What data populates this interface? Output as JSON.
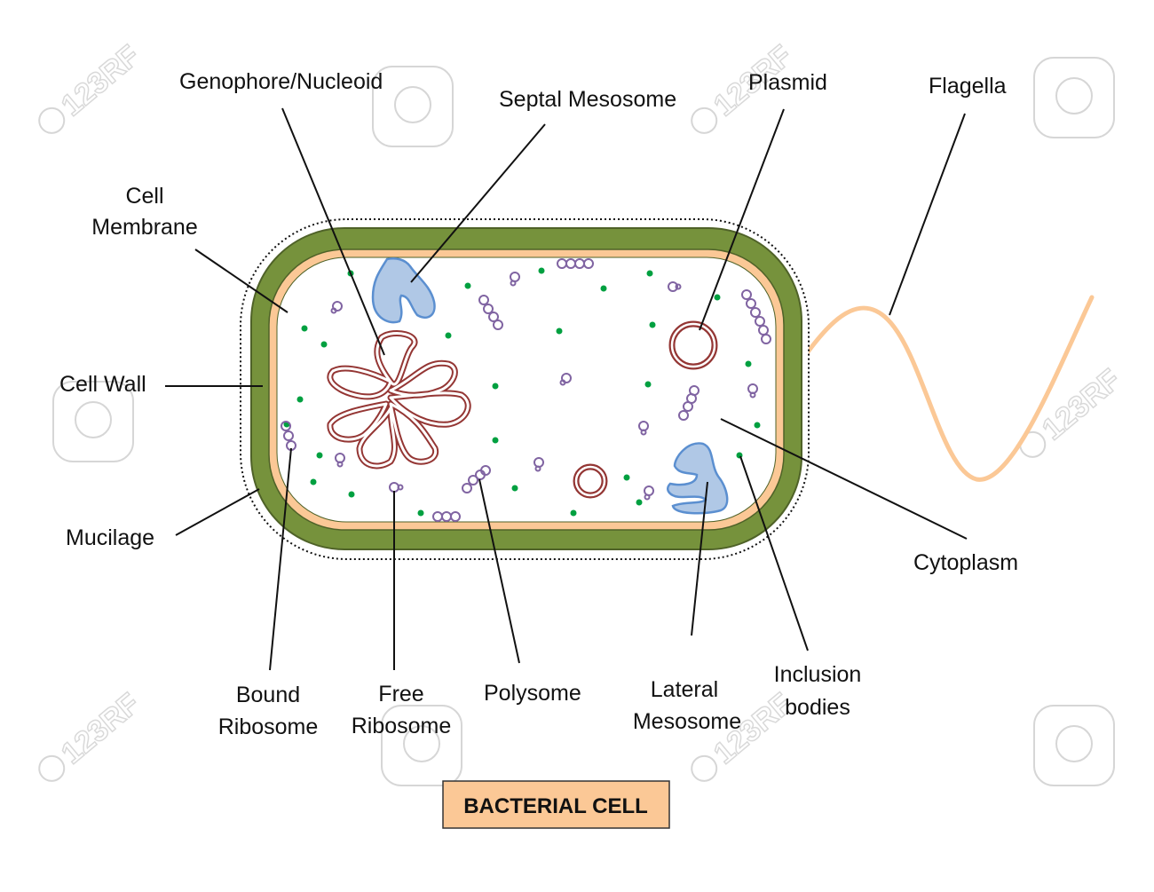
{
  "title": "BACTERIAL CELL",
  "labels": {
    "genophore": "Genophore/Nucleoid",
    "septal_mesosome": "Septal Mesosome",
    "plasmid": "Plasmid",
    "flagella": "Flagella",
    "cell_membrane_1": "Cell",
    "cell_membrane_2": "Membrane",
    "cell_wall": "Cell Wall",
    "mucilage": "Mucilage",
    "cytoplasm": "Cytoplasm",
    "bound_ribosome_1": "Bound",
    "bound_ribosome_2": "Ribosome",
    "free_ribosome_1": "Free",
    "free_ribosome_2": "Ribosome",
    "polysome": "Polysome",
    "lateral_mesosome_1": "Lateral",
    "lateral_mesosome_2": "Mesosome",
    "inclusion_bodies_1": "Inclusion",
    "inclusion_bodies_2": "bodies"
  },
  "watermark": "123RF",
  "colors": {
    "cell_wall": "#76923c",
    "cell_membrane": "#fbc896",
    "cytoplasm": "#ffffff",
    "nucleoid": "#943634",
    "plasmid": "#943634",
    "mesosome": "#b0c8e6",
    "mesosome_outline": "#5b8fd0",
    "ribosome": "#8064a2",
    "inclusion_body": "#00a040",
    "flagellum": "#fbc896",
    "title_box": "#fbc896"
  }
}
